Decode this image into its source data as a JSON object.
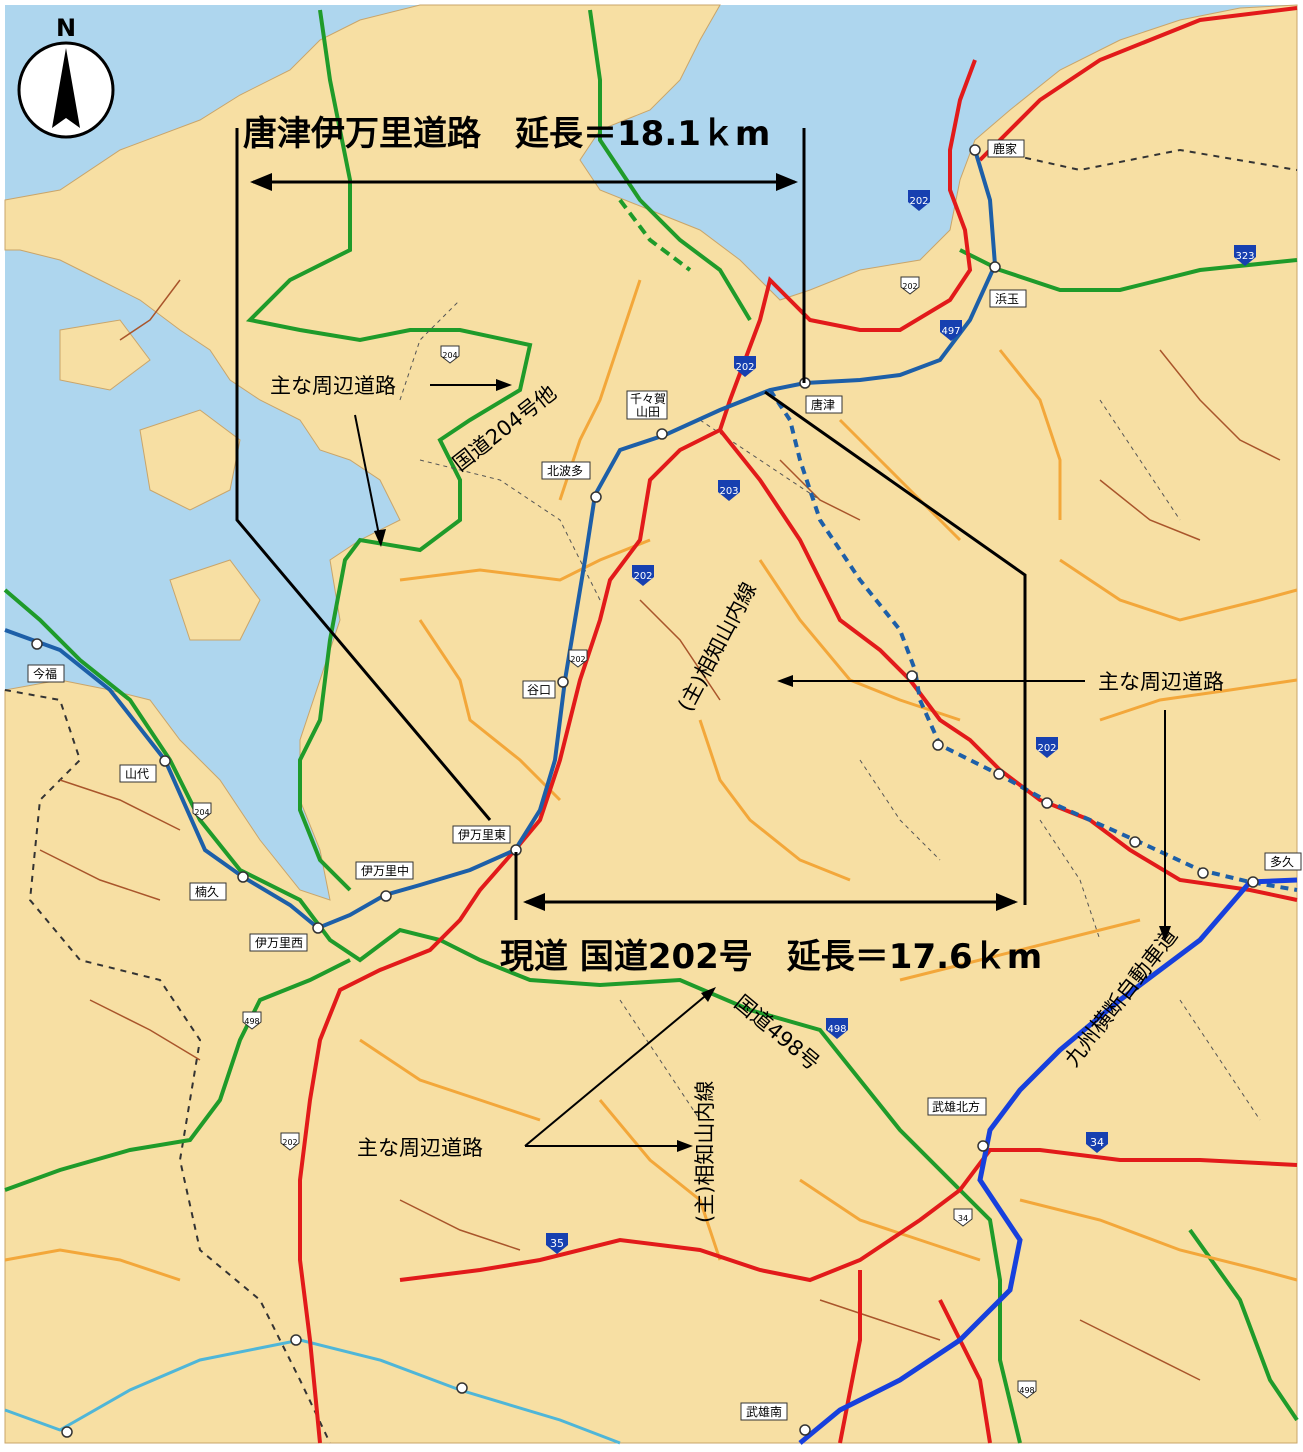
{
  "compass": {
    "label": "N"
  },
  "title": {
    "new_road": "唐津伊万里道路　延長＝18.1ｋm",
    "current_road": "現道 国道202号　延長＝17.6ｋm"
  },
  "annotations": {
    "main_roads_1": "主な周辺道路",
    "main_roads_2": "主な周辺道路",
    "main_roads_3": "主な周辺道路",
    "route204": "国道204号他",
    "aichi_yamauchi_1": "(主)相知山内線",
    "aichi_yamauchi_2": "(主)相知山内線",
    "route498": "国道498号",
    "kyushu_expressway": "九州横断自動車道"
  },
  "interchanges": {
    "kashima": "鹿家",
    "hamatama": "浜玉",
    "karatsu": "唐津",
    "chikaga_yamada": "千々賀\n山田",
    "kitahata": "北波多",
    "taniguchi": "谷口",
    "imari_higashi": "伊万里東",
    "imari_naka": "伊万里中",
    "imari_nishi": "伊万里西",
    "kusuku": "楠久",
    "yamashiro": "山代",
    "imafuku": "今福",
    "taku": "多久",
    "takeo_kitagata": "武雄北方",
    "takeo_minami": "武雄南"
  },
  "shields": {
    "r202a": "202",
    "r202b": "202",
    "r202c": "202",
    "r202d": "202",
    "r202e": "202",
    "r202f": "202",
    "r203": "203",
    "r204a": "204",
    "r204b": "204",
    "r323": "323",
    "r497": "497",
    "r498a": "498",
    "r498b": "498",
    "r498c": "498",
    "e34a": "34",
    "e34b": "34",
    "e35": "35"
  },
  "colors": {
    "sea": "#aed6ee",
    "land": "#f7dfa3",
    "national_road": "#e21a1a",
    "new_road": "#1d5fa8",
    "prefectural_road": "#f3a73a",
    "main_route_green": "#1f9b2a",
    "expressway": "#1740dd",
    "rail": "#4fb6d8"
  }
}
